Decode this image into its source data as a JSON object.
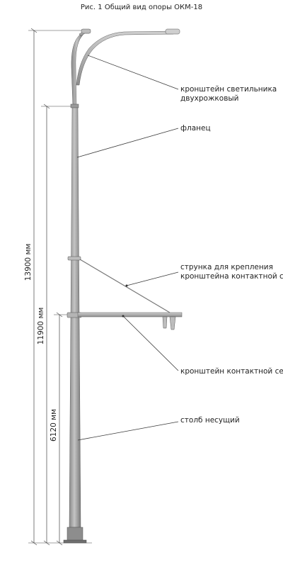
{
  "figure": {
    "title": "Рис. 1 Общий вид опоры ОКМ-18"
  },
  "dimensions": {
    "total_height": "13900 мм",
    "flange_height": "11900 мм",
    "bracket_height": "6120 мм"
  },
  "callouts": {
    "lamp_bracket_line1": "кронштейн светильника",
    "lamp_bracket_line2": "двухрожковый",
    "flange": "фланец",
    "string_line1": "струнка для крепления",
    "string_line2": "кронштейна контактной сети",
    "catenary_bracket": "кронштейн контактной сети",
    "pole": "столб несущий"
  },
  "colors": {
    "pole_light": "#b9b9b9",
    "pole_dark": "#7d7d7d",
    "line": "#3a3a3a"
  }
}
